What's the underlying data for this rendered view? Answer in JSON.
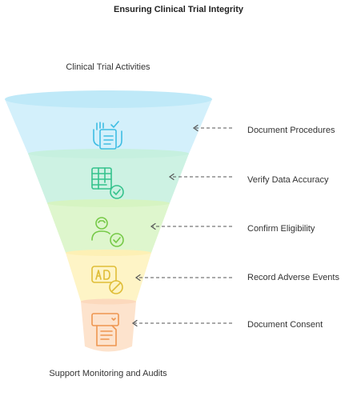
{
  "title": "Ensuring Clinical Trial Integrity",
  "top_label": "Clinical Trial Activities",
  "bottom_label": "Support Monitoring and Audits",
  "stages": [
    {
      "label": "Document Procedures",
      "icon": "hand-checklist-icon",
      "fill": "#cdeefa",
      "stroke": "#4cc3e6"
    },
    {
      "label": "Verify Data Accuracy",
      "icon": "table-check-icon",
      "fill": "#c9f1e1",
      "stroke": "#3ec58f"
    },
    {
      "label": "Confirm Eligibility",
      "icon": "person-check-icon",
      "fill": "#dbf5c8",
      "stroke": "#7ccd4b"
    },
    {
      "label": "Record Adverse Events",
      "icon": "ad-blocked-icon",
      "fill": "#fdf3c0",
      "stroke": "#e2c23a"
    },
    {
      "label": "Document Consent",
      "icon": "document-consent-icon",
      "fill": "#fde1c8",
      "stroke": "#f19c5a"
    }
  ]
}
